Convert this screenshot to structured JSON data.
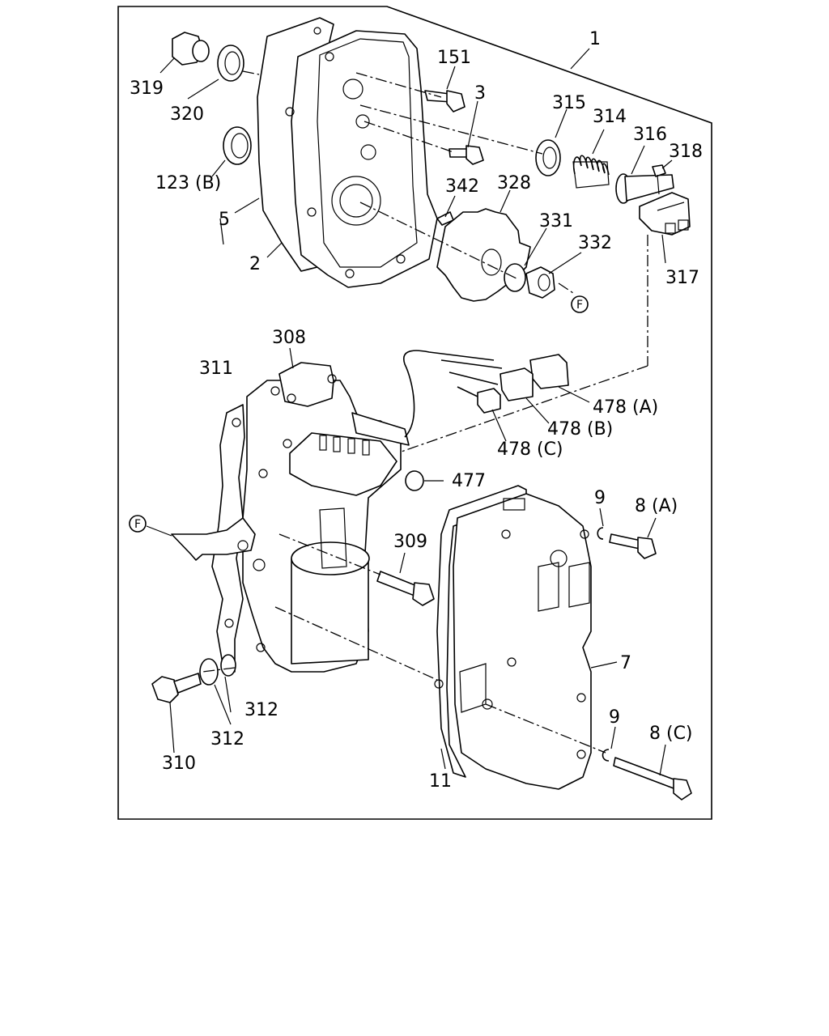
{
  "callouts": {
    "p1": "1",
    "p2": "2",
    "p3": "3",
    "p5": "5",
    "p7": "7",
    "p9a": "9",
    "p9b": "9",
    "p8a": "8 (A)",
    "p8c": "8 (C)",
    "p11": "11",
    "p123b": "123 (B)",
    "p151": "151",
    "p308": "308",
    "p309": "309",
    "p310": "310",
    "p311": "311",
    "p312a": "312",
    "p312b": "312",
    "p314": "314",
    "p315": "315",
    "p316": "316",
    "p317": "317",
    "p318": "318",
    "p319": "319",
    "p320": "320",
    "p328": "328",
    "p331": "331",
    "p332": "332",
    "p342": "342",
    "p477": "477",
    "p478a": "478 (A)",
    "p478b": "478 (B)",
    "p478c": "478 (C)",
    "refF1": "F",
    "refF2": "F"
  }
}
